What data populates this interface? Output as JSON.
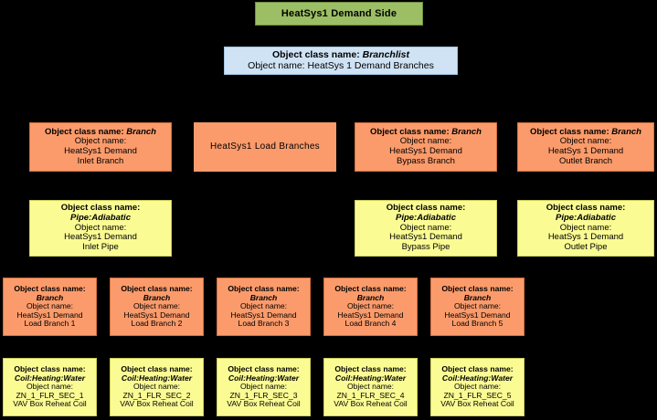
{
  "diagram": {
    "title": "HeatSys1 Demand Side",
    "background_color": "#000000",
    "colors": {
      "title_banner": "#9CBE65",
      "branchlist": "#CFE3F5",
      "branch": "#FB9B6B",
      "pipe": "#FBFB94",
      "coil": "#FBFB94",
      "text": "#000000"
    },
    "labels": {
      "object_class_name_prefix": "Object class name:",
      "object_class_name_inline": "Object class name: ",
      "object_name_prefix": "Object name:"
    },
    "branchlist_node": {
      "class_label": "Object class name: ",
      "class_value": "Branchlist",
      "name_line": "Object name: HeatSys 1 Demand Branches"
    },
    "load_branches_group": {
      "label": "HeatSys1 Load Branches"
    },
    "main_branches": [
      {
        "class_label": "Object class name: ",
        "class_value": "Branch",
        "name_label": "Object name:",
        "name_line1": "HeatSys1 Demand",
        "name_line2": "Inlet Branch"
      },
      {
        "class_label": "Object class name: ",
        "class_value": "Branch",
        "name_label": "Object name:",
        "name_line1": "HeatSys1 Demand",
        "name_line2": "Bypass Branch"
      },
      {
        "class_label": "Object class name: ",
        "class_value": "Branch",
        "name_label": "Object name:",
        "name_line1": "HeatSys 1 Demand",
        "name_line2": "Outlet Branch"
      }
    ],
    "pipes": [
      {
        "class_label": "Object class name:",
        "class_value": "Pipe:Adiabatic",
        "name_label": "Object name:",
        "name_line1": "HeatSys1 Demand",
        "name_line2": "Inlet Pipe"
      },
      {
        "class_label": "Object class name:",
        "class_value": "Pipe:Adiabatic",
        "name_label": "Object name:",
        "name_line1": "HeatSys1 Demand",
        "name_line2": "Bypass Pipe"
      },
      {
        "class_label": "Object class name:",
        "class_value": "Pipe:Adiabatic",
        "name_label": "Object name:",
        "name_line1": "HeatSys 1 Demand",
        "name_line2": "Outlet Pipe"
      }
    ],
    "load_branches": [
      {
        "class_label": "Object class name:",
        "class_value": "Branch",
        "name_label": "Object name:",
        "name_line1": "HeatSys1 Demand",
        "name_line2": "Load Branch 1"
      },
      {
        "class_label": "Object class name:",
        "class_value": "Branch",
        "name_label": "Object name:",
        "name_line1": "HeatSys1 Demand",
        "name_line2": "Load Branch 2"
      },
      {
        "class_label": "Object class name:",
        "class_value": "Branch",
        "name_label": "Object name:",
        "name_line1": "HeatSys1 Demand",
        "name_line2": "Load Branch 3"
      },
      {
        "class_label": "Object class name:",
        "class_value": "Branch",
        "name_label": "Object name:",
        "name_line1": "HeatSys1 Demand",
        "name_line2": "Load Branch 4"
      },
      {
        "class_label": "Object class name:",
        "class_value": "Branch",
        "name_label": "Object name:",
        "name_line1": "HeatSys1 Demand",
        "name_line2": "Load Branch 5"
      }
    ],
    "coils": [
      {
        "class_label": "Object class name:",
        "class_value": "Coil:Heating:Water",
        "name_label": "Object name:",
        "name_line1": "ZN_1_FLR_SEC_1",
        "name_line2": "VAV Box Reheat Coil"
      },
      {
        "class_label": "Object class name:",
        "class_value": "Coil:Heating:Water",
        "name_label": "Object name:",
        "name_line1": "ZN_1_FLR_SEC_2",
        "name_line2": "VAV Box Reheat Coil"
      },
      {
        "class_label": "Object class name:",
        "class_value": "Coil:Heating:Water",
        "name_label": "Object name:",
        "name_line1": "ZN_1_FLR_SEC_3",
        "name_line2": "VAV Box Reheat Coil"
      },
      {
        "class_label": "Object class name:",
        "class_value": "Coil:Heating:Water",
        "name_label": "Object name:",
        "name_line1": "ZN_1_FLR_SEC_4",
        "name_line2": "VAV Box Reheat Coil"
      },
      {
        "class_label": "Object class name:",
        "class_value": "Coil:Heating:Water",
        "name_label": "Object name:",
        "name_line1": "ZN_1_FLR_SEC_5",
        "name_line2": "VAV Box Reheat Coil"
      }
    ]
  }
}
